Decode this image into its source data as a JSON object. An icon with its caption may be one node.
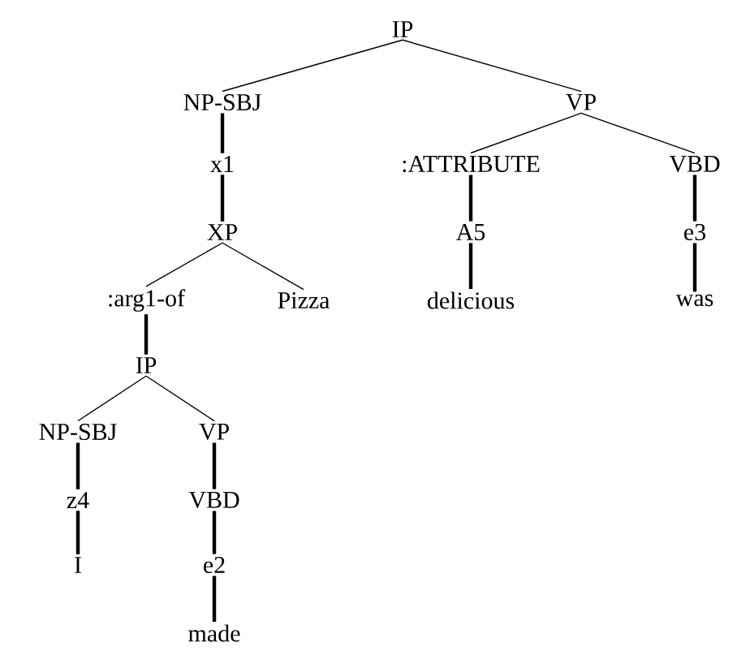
{
  "diagram": {
    "nodes": [
      {
        "text": [
          "IP"
        ]
      },
      {
        "text": [
          "NP-SBJ"
        ]
      },
      {
        "text": [
          "VP"
        ]
      },
      {
        "text": [
          "x1"
        ]
      },
      {
        "text": [
          ":ATTRIBUTE"
        ]
      },
      {
        "text": [
          "VBD"
        ]
      },
      {
        "text": [
          "XP"
        ]
      },
      {
        "text": [
          "A5"
        ]
      },
      {
        "text": [
          "e3"
        ]
      },
      {
        "text": [
          ":arg1-of"
        ]
      },
      {
        "text": [
          "Pizza"
        ]
      },
      {
        "text": [
          "delicious"
        ]
      },
      {
        "text": [
          "was"
        ]
      },
      {
        "text": [
          "IP"
        ]
      },
      {
        "text": [
          "NP-SBJ"
        ]
      },
      {
        "text": [
          "VP"
        ]
      },
      {
        "text": [
          "z4"
        ]
      },
      {
        "text": [
          "VBD"
        ]
      },
      {
        "text": [
          "I"
        ]
      },
      {
        "text": [
          "e2"
        ]
      },
      {
        "text": [
          "made"
        ]
      }
    ],
    "edges": [
      {
        "from": 0,
        "to": 1,
        "arrow": "none"
      },
      {
        "from": 0,
        "to": 2,
        "arrow": "none"
      },
      {
        "from": 1,
        "to": 3,
        "arrow": "none"
      },
      {
        "from": 2,
        "to": 4,
        "arrow": "none"
      },
      {
        "from": 2,
        "to": 5,
        "arrow": "none"
      },
      {
        "from": 3,
        "to": 6,
        "arrow": "none"
      },
      {
        "from": 4,
        "to": 7,
        "arrow": "none"
      },
      {
        "from": 5,
        "to": 8,
        "arrow": "none"
      },
      {
        "from": 6,
        "to": 9,
        "arrow": "none"
      },
      {
        "from": 6,
        "to": 10,
        "arrow": "none"
      },
      {
        "from": 7,
        "to": 11,
        "arrow": "none"
      },
      {
        "from": 8,
        "to": 12,
        "arrow": "none"
      },
      {
        "from": 9,
        "to": 13,
        "arrow": "none"
      },
      {
        "from": 13,
        "to": 14,
        "arrow": "none"
      },
      {
        "from": 13,
        "to": 15,
        "arrow": "none"
      },
      {
        "from": 14,
        "to": 16,
        "arrow": "none"
      },
      {
        "from": 15,
        "to": 17,
        "arrow": "none"
      },
      {
        "from": 16,
        "to": 18,
        "arrow": "none"
      },
      {
        "from": 17,
        "to": 19,
        "arrow": "none"
      },
      {
        "from": 19,
        "to": 20,
        "arrow": "none"
      }
    ]
  }
}
